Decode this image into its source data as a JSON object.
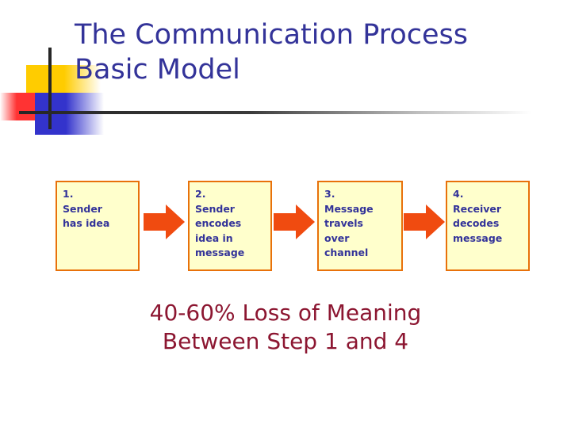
{
  "slide": {
    "title": "The Communication Process\nBasic Model",
    "caption": "40-60% Loss of Meaning\nBetween Step 1 and 4"
  },
  "colors": {
    "title_blue": "#333399",
    "box_fill": "#FFFFCC",
    "box_border": "#E8710A",
    "box_text": "#333399",
    "arrow_orange": "#F04B10",
    "caption_maroon": "#8C1631",
    "deco_yellow": "#FFCC00",
    "deco_red": "#FF3333",
    "deco_blue": "#3333CC",
    "rule_dark": "#262626"
  },
  "process": {
    "steps": [
      {
        "number": "1.",
        "text": "1.\nSender\nhas idea"
      },
      {
        "number": "2.",
        "text": "2.\nSender\nencodes\nidea in\nmessage"
      },
      {
        "number": "3.",
        "text": "3.\nMessage\ntravels\nover\nchannel"
      },
      {
        "number": "4.",
        "text": "4.\nReceiver\ndecodes\nmessage"
      }
    ],
    "arrows": [
      {
        "name": "arrow-step-1-to-2"
      },
      {
        "name": "arrow-step-2-to-3"
      },
      {
        "name": "arrow-step-3-to-4"
      }
    ]
  }
}
